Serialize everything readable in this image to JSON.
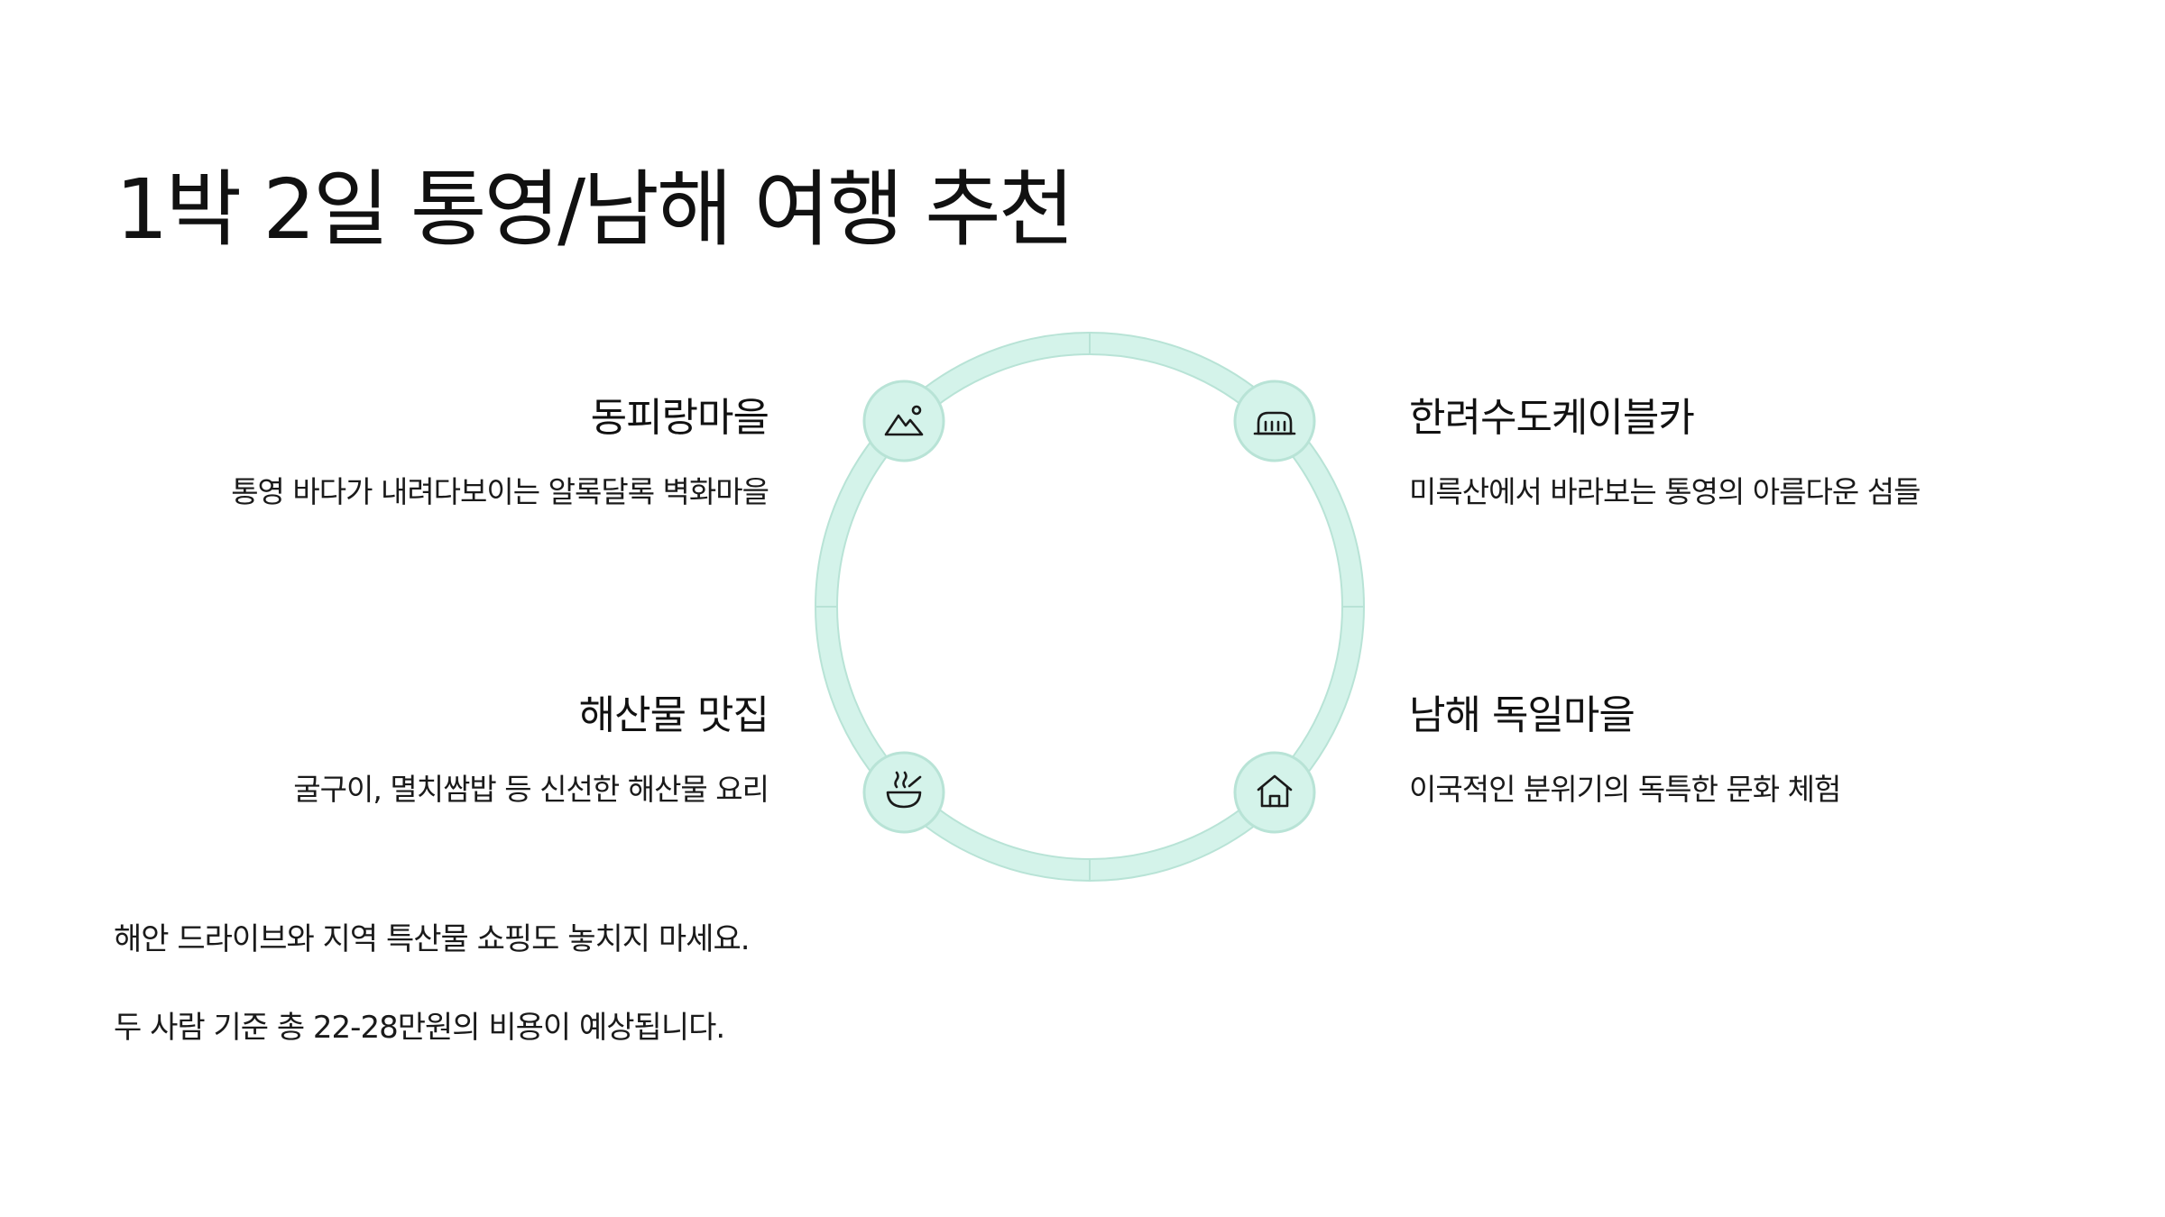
{
  "title": "1박 2일 통영/남해 여행 추천",
  "colors": {
    "ring_fill": "#d4f3ea",
    "ring_stroke": "#b8e3d6",
    "node_fill": "#d4f3ea",
    "node_stroke": "#b8e3d6",
    "icon_stroke": "#1a1a1a"
  },
  "items": [
    {
      "key": "top-left",
      "title": "동피랑마을",
      "description": "통영 바다가 내려다보이는 알록달록 벽화마을",
      "icon": "mountain-icon"
    },
    {
      "key": "top-right",
      "title": "한려수도케이블카",
      "description": "미륵산에서 바라보는 통영의 아름다운 섬들",
      "icon": "cable-car-icon"
    },
    {
      "key": "bottom-left",
      "title": "해산물 맛집",
      "description": "굴구이, 멸치쌈밥 등 신선한 해산물 요리",
      "icon": "food-bowl-icon"
    },
    {
      "key": "bottom-right",
      "title": "남해 독일마을",
      "description": "이국적인 분위기의 독특한 문화 체험",
      "icon": "house-icon"
    }
  ],
  "notes": [
    "해안 드라이브와 지역 특산물 쇼핑도 놓치지 마세요.",
    "두 사람 기준 총 22-28만원의 비용이 예상됩니다."
  ]
}
